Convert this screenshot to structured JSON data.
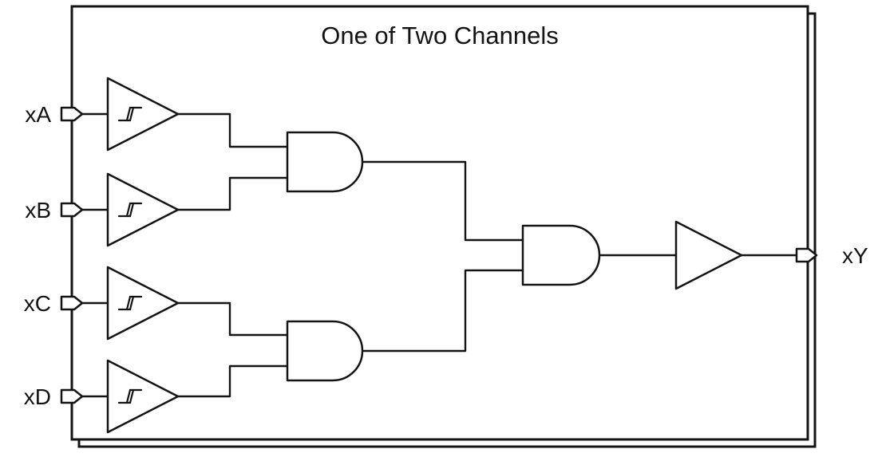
{
  "title": "One of Two Channels",
  "inputs": [
    "xA",
    "xB",
    "xC",
    "xD"
  ],
  "output_label": "xY",
  "colors": {
    "stroke": "#141414",
    "background": "#ffffff"
  },
  "netlist": [
    "xA -> schmitt-trigger buffer -> top AND gate",
    "xB -> schmitt-trigger buffer -> top AND gate",
    "xC -> schmitt-trigger buffer -> bottom AND gate",
    "xD -> schmitt-trigger buffer -> bottom AND gate",
    "top AND gate + bottom AND gate -> final AND gate",
    "final AND gate -> output buffer -> xY"
  ]
}
